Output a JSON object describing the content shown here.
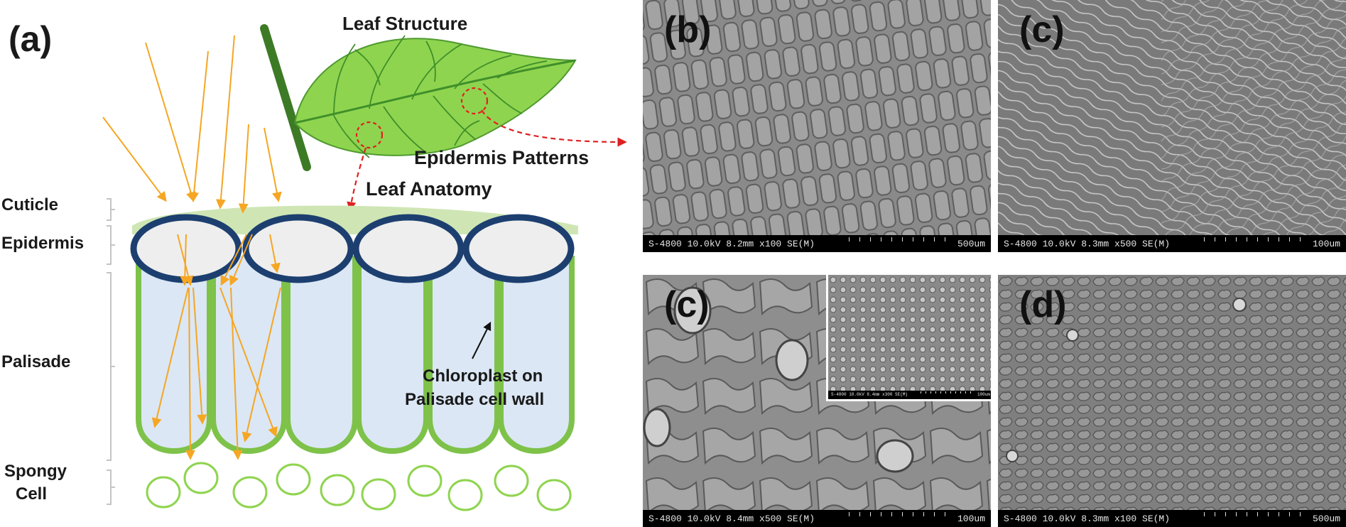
{
  "figure": {
    "panel_a_letter": "(a)",
    "leaf_structure_label": "Leaf Structure",
    "epidermis_patterns_label": "Epidermis Patterns",
    "leaf_anatomy_label": "Leaf Anatomy",
    "chloroplast_label_line1": "Chloroplast on",
    "chloroplast_label_line2": "Palisade cell wall",
    "layers": {
      "cuticle": "Cuticle",
      "epidermis": "Epidermis",
      "palisade": "Palisade",
      "spongy_line1": "Spongy",
      "spongy_line2": "Cell"
    }
  },
  "colors": {
    "leaf_fill": "#8fd44f",
    "leaf_vein": "#3f8f2a",
    "stem": "#3d7a25",
    "epidermis_stroke": "#1c3f70",
    "palisade_fill": "#dbe7f4",
    "palisade_stroke": "#7ec24a",
    "cuticle": "#cfe6b4",
    "light_ray": "#f5a623",
    "annotation_red": "#e02020"
  },
  "sem_panels": {
    "b": {
      "letter": "(b)",
      "params": "S-4800 10.0kV 8.2mm x100 SE(M)",
      "scale": "500um"
    },
    "c_top": {
      "letter": "(c)",
      "params": "S-4800 10.0kV 8.3mm x500 SE(M)",
      "scale": "100um"
    },
    "c_bottom": {
      "letter": "(c)",
      "params": "S-4800 10.0kV 8.4mm x500 SE(M)",
      "scale": "100um",
      "inset_params": "S-4800 10.0kV 8.4mm x300 SE(M)",
      "inset_scale": "100um"
    },
    "d": {
      "letter": "(d)",
      "params": "S-4800 10.0kV 8.3mm x100 SE(M)",
      "scale": "500um"
    }
  }
}
